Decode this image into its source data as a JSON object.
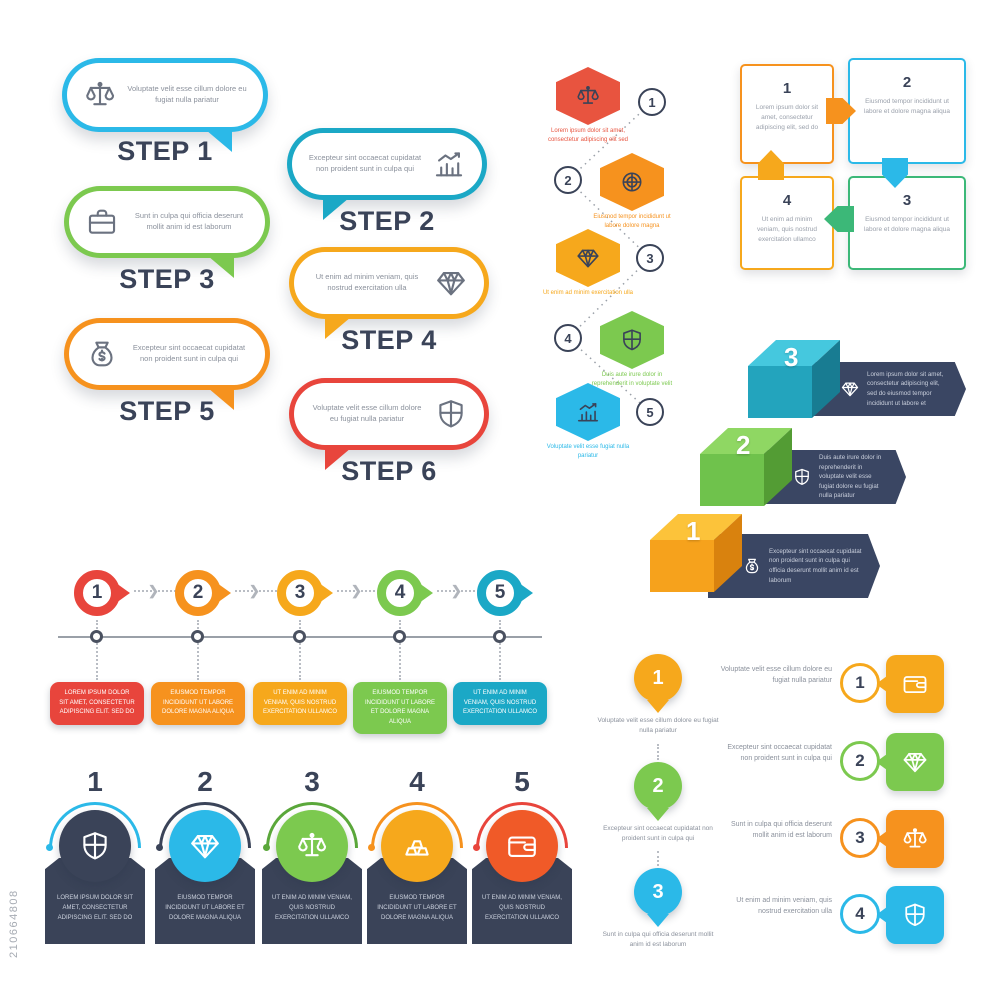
{
  "watermark": "210664808",
  "colors": {
    "dark": "#3a4358",
    "red": "#e8453c",
    "orange": "#f6921e",
    "amber": "#f6a81c",
    "green": "#7cc94f",
    "teal": "#1ba8c6",
    "cyan": "#2bb9e8"
  },
  "step_bubbles": {
    "items": [
      {
        "label": "STEP 1",
        "text": "Voluptate velit esse cillum dolore eu fugiat nulla pariatur",
        "color": "#2bb9e8",
        "icon": "scales"
      },
      {
        "label": "STEP 2",
        "text": "Excepteur sint occaecat cupidatat non proident sunt in culpa qui",
        "color": "#1ba8c6",
        "icon": "chart"
      },
      {
        "label": "STEP 3",
        "text": "Sunt in culpa qui officia deserunt mollit anim id est laborum",
        "color": "#7cc94f",
        "icon": "briefcase"
      },
      {
        "label": "STEP 4",
        "text": "Ut enim ad minim veniam, quis nostrud exercitation ulla",
        "color": "#f6a81c",
        "icon": "diamond"
      },
      {
        "label": "STEP 5",
        "text": "Excepteur sint occaecat cupidatat non proident sunt in culpa qui",
        "color": "#f6921e",
        "icon": "moneybag"
      },
      {
        "label": "STEP 6",
        "text": "Voluptate velit esse cillum dolore eu fugiat nulla pariatur",
        "color": "#e8453c",
        "icon": "shield"
      }
    ]
  },
  "hex_list": {
    "items": [
      {
        "num": "1",
        "text": "Lorem ipsum dolor sit amet, consectetur adipiscing elit sed",
        "color": "#e8543f",
        "icon": "scales"
      },
      {
        "num": "2",
        "text": "Eiusmod tempor incididunt ut labore dolore magna",
        "color": "#f6921e",
        "icon": "target"
      },
      {
        "num": "3",
        "text": "Ut enim ad minim exercitation ulla",
        "color": "#f6a81c",
        "icon": "diamond"
      },
      {
        "num": "4",
        "text": "Duis aute irure dolor in reprehenderit in voluptate velit",
        "color": "#7cc94f",
        "icon": "shield"
      },
      {
        "num": "5",
        "text": "Voluptate velit esse fugiat nulla pariatur",
        "color": "#2bb9e8",
        "icon": "chart"
      }
    ]
  },
  "square_cycle": {
    "items": [
      {
        "num": "1",
        "text": "Lorem ipsum dolor sit amet, consectetur adipiscing elit, sed do",
        "color": "#f6921e"
      },
      {
        "num": "2",
        "text": "Eiusmod tempor incididunt ut labore et dolore magna aliqua",
        "color": "#2bb9e8"
      },
      {
        "num": "3",
        "text": "Eiusmod tempor incididunt ut labore et dolore magna aliqua",
        "color": "#3cb878"
      },
      {
        "num": "4",
        "text": "Ut enim ad minim veniam, quis nostrud exercitation ullamco",
        "color": "#f6a81c"
      }
    ],
    "arrows": {
      "right": "#f6921e",
      "down": "#2bb9e8",
      "left": "#3cb878",
      "up": "#f6a81c"
    }
  },
  "stairs": {
    "items": [
      {
        "num": "3",
        "text": "Lorem ipsum dolor sit amet, consectetur adipiscing elit, sed do eiusmod tempor incididunt ut labore et",
        "icon": "diamond",
        "front": "#23a4bd",
        "top": "#45c8de",
        "side": "#187c92"
      },
      {
        "num": "2",
        "text": "Duis aute irure dolor in reprehenderit in voluptate velit esse fugiat dolore eu fugiat nulla pariatur",
        "icon": "shield",
        "front": "#6fc24c",
        "top": "#8fd763",
        "side": "#539c34"
      },
      {
        "num": "1",
        "text": "Excepteur sint occaecat cupidatat non proident sunt in culpa qui officia deserunt mollit anim id est laborum",
        "icon": "moneybag",
        "front": "#f6a21c",
        "top": "#fcc33a",
        "side": "#d9820e"
      }
    ]
  },
  "timeline": {
    "items": [
      {
        "num": "1",
        "text": "Lorem ipsum dolor sit amet, consectetur adipiscing elit. Sed do",
        "color": "#e8453c"
      },
      {
        "num": "2",
        "text": "Eiusmod tempor incididunt ut labore dolore magna aliqua",
        "color": "#f6921e"
      },
      {
        "num": "3",
        "text": "Ut enim ad minim veniam, quis nostrud exercitation ullamco",
        "color": "#f6a81c"
      },
      {
        "num": "4",
        "text": "Eiusmod tempor incididunt ut labore et dolore magna aliqua",
        "color": "#7cc94f"
      },
      {
        "num": "5",
        "text": "Ut enim ad minim veniam, quis nostrud exercitation ullamco",
        "color": "#1ba8c6"
      }
    ]
  },
  "columns": {
    "items": [
      {
        "num": "1",
        "text": "Lorem ipsum dolor sit amet, consectetur adipiscing elit. Sed do",
        "icon": "shield",
        "circle": "#3a4358",
        "arc": "#2bb9e8"
      },
      {
        "num": "2",
        "text": "Eiusmod tempor incididunt ut labore et dolore magna aliqua",
        "icon": "diamond",
        "circle": "#2bb9e8",
        "arc": "#3a4358"
      },
      {
        "num": "3",
        "text": "Ut enim ad minim veniam, quis nostrud exercitation ullamco",
        "icon": "scales",
        "circle": "#7cc94f",
        "arc": "#5aa73a"
      },
      {
        "num": "4",
        "text": "Eiusmod tempor incididunt ut labore et dolore magna aliqua",
        "icon": "gold",
        "circle": "#f6a81c",
        "arc": "#f6921e"
      },
      {
        "num": "5",
        "text": "Ut enim ad minim veniam, quis nostrud exercitation ullamco",
        "icon": "wallet",
        "circle": "#f05a28",
        "arc": "#e8453c"
      }
    ]
  },
  "pin_timeline": {
    "items": [
      {
        "num": "1",
        "text": "Voluptate velit esse cillum dolore eu fugiat nulla pariatur",
        "color": "#f6a81c"
      },
      {
        "num": "2",
        "text": "Excepteur sint occaecat cupidatat non proident sunt in culpa qui",
        "color": "#7cc94f"
      },
      {
        "num": "3",
        "text": "Sunt in culpa qui officia deserunt mollit anim id est laborum",
        "color": "#2bb9e8"
      }
    ]
  },
  "bubble_rows": {
    "items": [
      {
        "num": "1",
        "text": "Voluptate velit esse cillum dolore eu fugiat nulla pariatur",
        "icon": "wallet",
        "color": "#f6a81c"
      },
      {
        "num": "2",
        "text": "Excepteur sint occaecat cupidatat non proident sunt in culpa qui",
        "icon": "diamond",
        "color": "#7cc94f"
      },
      {
        "num": "3",
        "text": "Sunt in culpa qui officia deserunt mollit anim id est laborum",
        "icon": "scales",
        "color": "#f6921e"
      },
      {
        "num": "4",
        "text": "Ut enim ad minim veniam, quis nostrud exercitation ulla",
        "icon": "shield",
        "color": "#2bb9e8"
      }
    ]
  }
}
